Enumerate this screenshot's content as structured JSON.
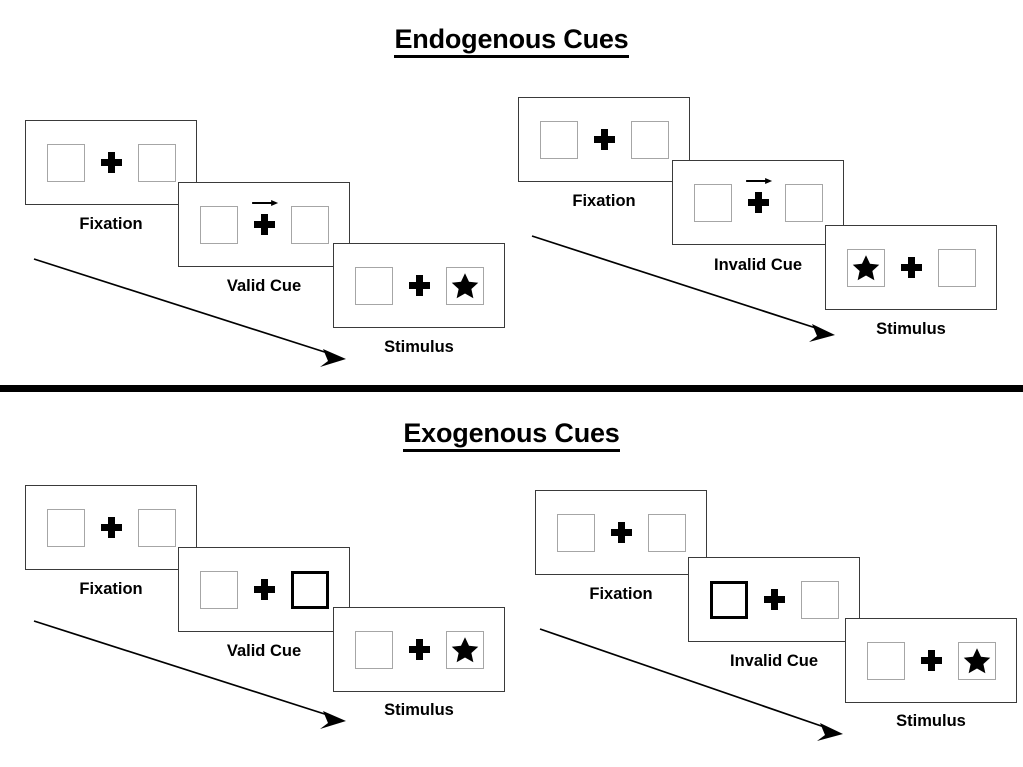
{
  "figure": {
    "title_endogenous": "Endogenous Cues",
    "title_exogenous": "Exogenous Cues"
  },
  "labels": {
    "fixation": "Fixation",
    "valid_cue": "Valid Cue",
    "invalid_cue": "Invalid Cue",
    "stimulus": "Stimulus"
  },
  "icons": {
    "fixation_cross": "plus-cross-icon",
    "arrow_cue": "right-arrow-cue-icon",
    "target": "star-icon",
    "sequence_arrow": "diagonal-sequence-arrow-icon"
  },
  "colors": {
    "ink": "#000000",
    "panel_border": "#3a3a3a",
    "box_border": "#a6a6a6",
    "cued_box_border": "#000000",
    "background": "#ffffff"
  },
  "sections": [
    {
      "id": "endogenous",
      "title": "Endogenous Cues",
      "cue_type": "arrow",
      "conditions": [
        {
          "id": "endogenous-valid",
          "cue_validity": "Valid Cue",
          "panels": [
            {
              "label": "Fixation",
              "left_box": "empty",
              "right_box": "empty",
              "cue": "none",
              "target_side": "none"
            },
            {
              "label": "Valid Cue",
              "left_box": "empty",
              "right_box": "empty",
              "cue": "arrow-right",
              "target_side": "none"
            },
            {
              "label": "Stimulus",
              "left_box": "empty",
              "right_box": "star",
              "cue": "none",
              "target_side": "right"
            }
          ]
        },
        {
          "id": "endogenous-invalid",
          "cue_validity": "Invalid Cue",
          "panels": [
            {
              "label": "Fixation",
              "left_box": "empty",
              "right_box": "empty",
              "cue": "none",
              "target_side": "none"
            },
            {
              "label": "Invalid Cue",
              "left_box": "empty",
              "right_box": "empty",
              "cue": "arrow-right",
              "target_side": "none"
            },
            {
              "label": "Stimulus",
              "left_box": "star",
              "right_box": "empty",
              "cue": "none",
              "target_side": "left"
            }
          ]
        }
      ]
    },
    {
      "id": "exogenous",
      "title": "Exogenous Cues",
      "cue_type": "box-highlight",
      "conditions": [
        {
          "id": "exogenous-valid",
          "cue_validity": "Valid Cue",
          "panels": [
            {
              "label": "Fixation",
              "left_box": "empty",
              "right_box": "empty",
              "cue": "none",
              "target_side": "none"
            },
            {
              "label": "Valid Cue",
              "left_box": "empty",
              "right_box": "cued",
              "cue": "right-box-bold",
              "target_side": "none"
            },
            {
              "label": "Stimulus",
              "left_box": "empty",
              "right_box": "star",
              "cue": "none",
              "target_side": "right"
            }
          ]
        },
        {
          "id": "exogenous-invalid",
          "cue_validity": "Invalid Cue",
          "panels": [
            {
              "label": "Fixation",
              "left_box": "empty",
              "right_box": "empty",
              "cue": "none",
              "target_side": "none"
            },
            {
              "label": "Invalid Cue",
              "left_box": "cued",
              "right_box": "empty",
              "cue": "left-box-bold",
              "target_side": "none"
            },
            {
              "label": "Stimulus",
              "left_box": "empty",
              "right_box": "star",
              "cue": "none",
              "target_side": "right"
            }
          ]
        }
      ]
    }
  ]
}
